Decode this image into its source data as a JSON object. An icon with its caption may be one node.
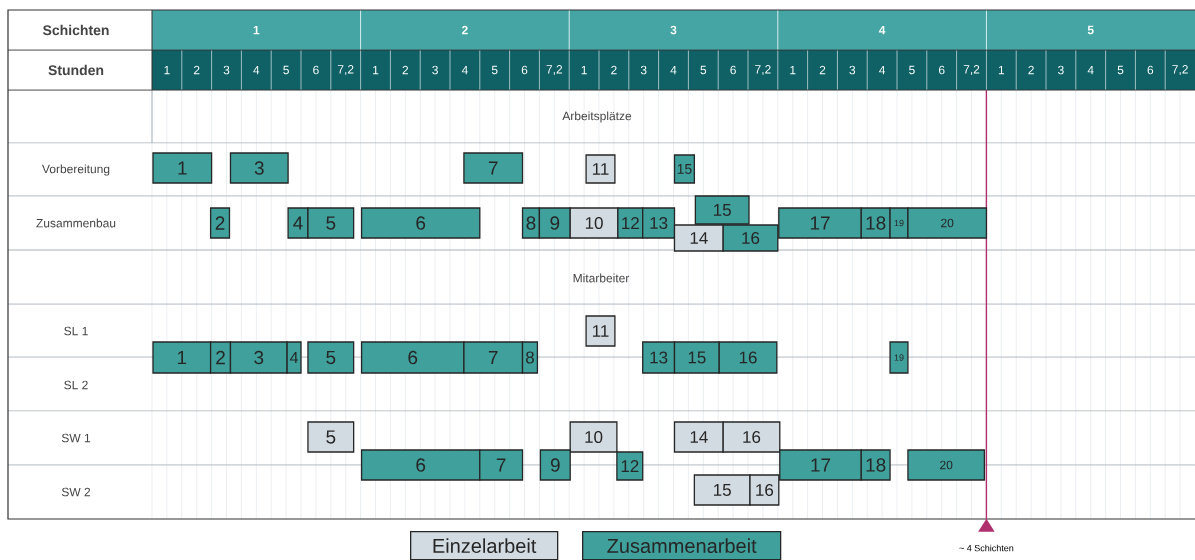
{
  "diagram": {
    "nodes": [
      {
        "text": [
          "1"
        ]
      },
      {
        "text": [
          "3"
        ]
      },
      {
        "text": [
          "7"
        ]
      },
      {
        "text": [
          "11"
        ]
      },
      {
        "text": [
          "15"
        ]
      },
      {
        "text": [
          "2"
        ]
      },
      {
        "text": [
          "4"
        ]
      },
      {
        "text": [
          "5"
        ]
      },
      {
        "text": [
          "6"
        ]
      },
      {
        "text": [
          "8"
        ]
      },
      {
        "text": [
          "9"
        ]
      },
      {
        "text": [
          "10"
        ]
      },
      {
        "text": [
          "12"
        ]
      },
      {
        "text": [
          "13"
        ]
      },
      {
        "text": [
          "14"
        ]
      },
      {
        "text": [
          "15"
        ]
      },
      {
        "text": [
          "16"
        ]
      },
      {
        "text": [
          "17"
        ]
      },
      {
        "text": [
          "18"
        ]
      },
      {
        "text": [
          "19"
        ]
      },
      {
        "text": [
          "20"
        ]
      },
      {
        "text": [
          "11"
        ]
      },
      {
        "text": [
          "1"
        ]
      },
      {
        "text": [
          "2"
        ]
      },
      {
        "text": [
          "3"
        ]
      },
      {
        "text": [
          "4"
        ]
      },
      {
        "text": [
          "5"
        ]
      },
      {
        "text": [
          "6"
        ]
      },
      {
        "text": [
          "7"
        ]
      },
      {
        "text": [
          "8"
        ]
      },
      {
        "text": [
          "13"
        ]
      },
      {
        "text": [
          "15"
        ]
      },
      {
        "text": [
          "16"
        ]
      },
      {
        "text": [
          "19"
        ]
      },
      {
        "text": [
          "5"
        ]
      },
      {
        "text": [
          "10"
        ]
      },
      {
        "text": [
          "14"
        ]
      },
      {
        "text": [
          "16"
        ]
      },
      {
        "text": [
          "6"
        ]
      },
      {
        "text": [
          "7"
        ]
      },
      {
        "text": [
          "9"
        ]
      },
      {
        "text": [
          "12"
        ]
      },
      {
        "text": [
          "17"
        ]
      },
      {
        "text": [
          "18"
        ]
      },
      {
        "text": [
          "20"
        ]
      },
      {
        "text": [
          "15"
        ]
      },
      {
        "text": [
          "16"
        ]
      }
    ],
    "labels": [
      "Schichten",
      "1",
      "2",
      "3",
      "4",
      "5",
      "Stunden",
      "1",
      "2",
      "3",
      "4",
      "5",
      "6",
      "7,2",
      "1",
      "2",
      "3",
      "4",
      "5",
      "6",
      "7,2",
      "1",
      "2",
      "3",
      "4",
      "5",
      "6",
      "7,2",
      "1",
      "2",
      "3",
      "4",
      "5",
      "6",
      "7,2",
      "1",
      "2",
      "3",
      "4",
      "5",
      "6",
      "7,2",
      "Arbeitsplätze",
      "Vorbereitung",
      "Zusammenbau",
      "Mitarbeiter",
      "SL 1",
      "SL 2",
      "SW 1",
      "SW 2",
      "~ 4 Schichten"
    ],
    "legend": [
      {
        "text": "Einzelarbeit",
        "color": "#d3dbe2"
      },
      {
        "text": "Zusammenarbeit",
        "color": "#3fa09c"
      }
    ]
  }
}
